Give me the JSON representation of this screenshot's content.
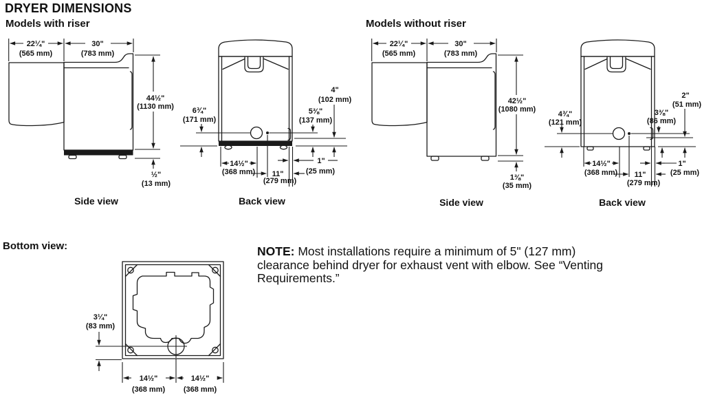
{
  "title": "DRYER DIMENSIONS",
  "with_riser": {
    "heading": "Models with riser",
    "side": {
      "label": "Side view",
      "door_depth": {
        "in": "22¼\"",
        "mm": "(565 mm)"
      },
      "cabinet_depth": {
        "in": "30\"",
        "mm": "(783 mm)"
      },
      "height": {
        "in": "44½\"",
        "mm": "(1130 mm)"
      },
      "riser_height": {
        "in": "½\"",
        "mm": "(13 mm)"
      }
    },
    "back": {
      "label": "Back view",
      "vent_left": {
        "in": "6¾\"",
        "mm": "(171 mm)"
      },
      "corner": {
        "in": "4\"",
        "mm": "(102 mm)"
      },
      "vent_right": {
        "in": "5⅜\"",
        "mm": "(137 mm)"
      },
      "bottom_left": {
        "in": "14½\"",
        "mm": "(368 mm)"
      },
      "bottom_mid": {
        "in": "11\"",
        "mm": "(279 mm)"
      },
      "bottom_right": {
        "in": "1\"",
        "mm": "(25 mm)"
      }
    }
  },
  "without_riser": {
    "heading": "Models without riser",
    "side": {
      "label": "Side view",
      "door_depth": {
        "in": "22¼\"",
        "mm": "(565 mm)"
      },
      "cabinet_depth": {
        "in": "30\"",
        "mm": "(783 mm)"
      },
      "height": {
        "in": "42½\"",
        "mm": "(1080 mm)"
      },
      "leg_height": {
        "in": "1⅜\"",
        "mm": "(35 mm)"
      }
    },
    "back": {
      "label": "Back view",
      "vent_left": {
        "in": "4¾\"",
        "mm": "(121 mm)"
      },
      "corner": {
        "in": "2\"",
        "mm": "(51 mm)"
      },
      "vent_right": {
        "in": "3⅜\"",
        "mm": "(86 mm)"
      },
      "bottom_left": {
        "in": "14½\"",
        "mm": "(368 mm)"
      },
      "bottom_mid": {
        "in": "11\"",
        "mm": "(279 mm)"
      },
      "bottom_right": {
        "in": "1\"",
        "mm": "(25 mm)"
      }
    }
  },
  "bottom_view": {
    "heading": "Bottom view:",
    "vent_offset": {
      "in": "3¼\"",
      "mm": "(83 mm)"
    },
    "half_left": {
      "in": "14½\"",
      "mm": "(368 mm)"
    },
    "half_right": {
      "in": "14½\"",
      "mm": "(368 mm)"
    }
  },
  "note": {
    "label": "NOTE:",
    "line1": " Most installations require a minimum of 5\" (127 mm)",
    "line2": "clearance behind dryer for exhaust vent with elbow. See “Venting",
    "line3": "Requirements.”"
  }
}
